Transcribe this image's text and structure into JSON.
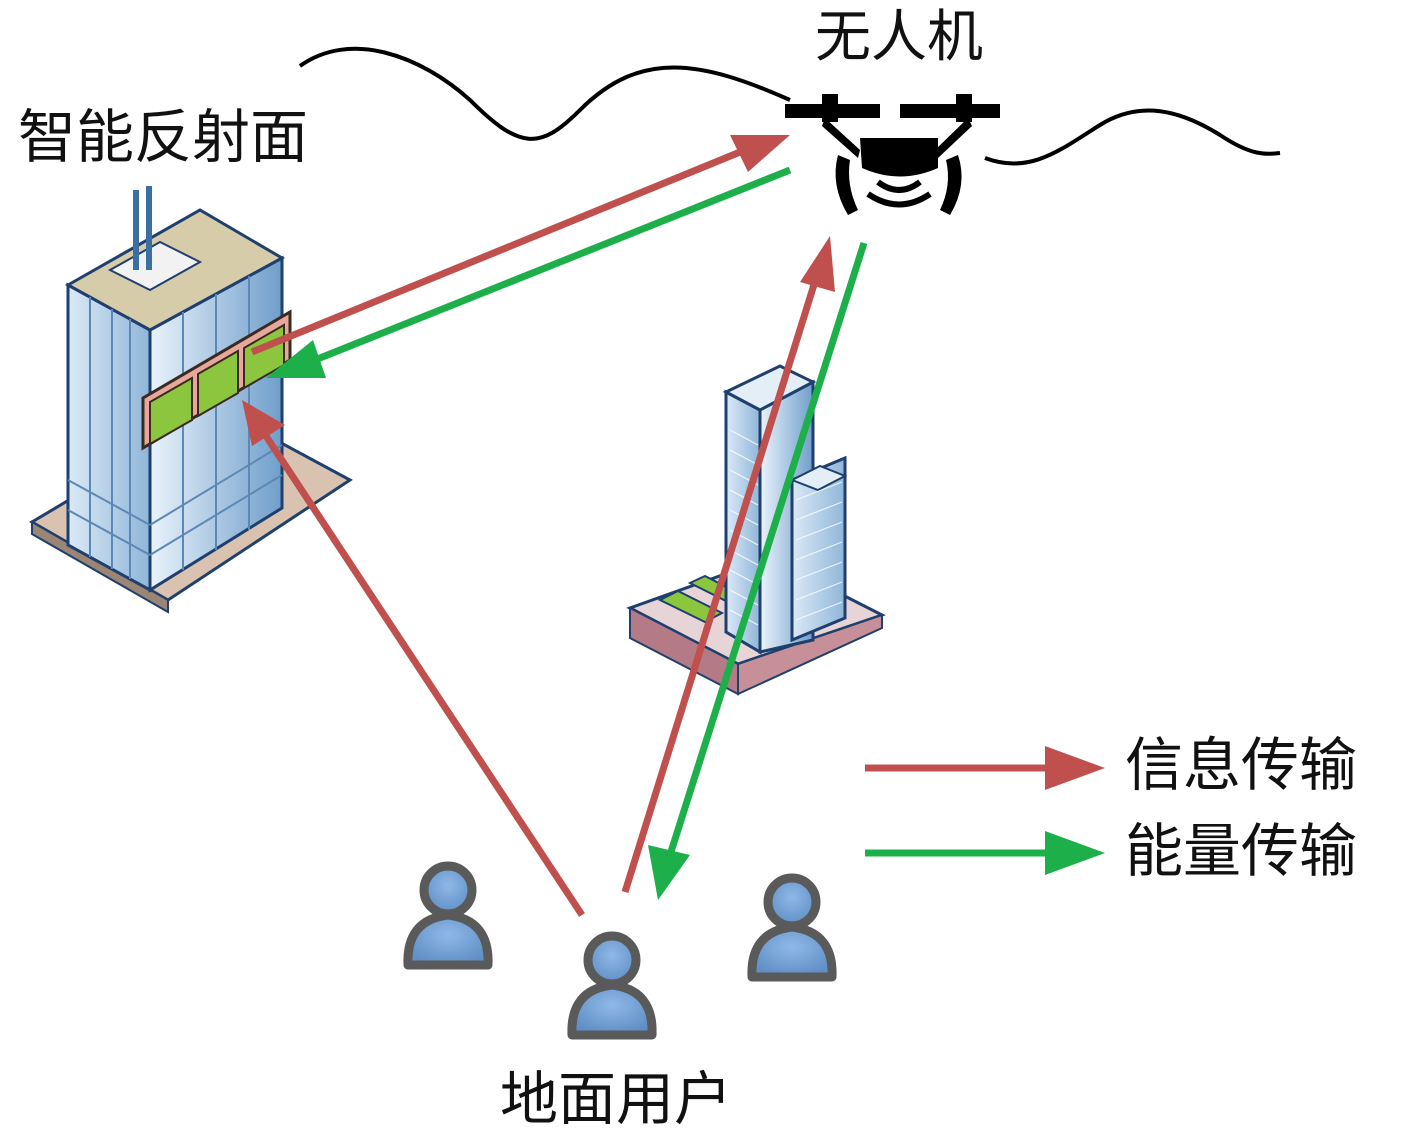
{
  "labels": {
    "uav": "无人机",
    "irs": "智能反射面",
    "users": "地面用户"
  },
  "legend": {
    "info": "信息传输",
    "energy": "能量传输"
  },
  "colors": {
    "info_arrow": "#c0504d",
    "energy_arrow": "#1db04a",
    "building_glass": "#a9c8e2",
    "building_outline": "#1f3f6e",
    "irs_panel": "#8cc63e",
    "irs_frame": "#e6a89a",
    "user_fill": "#6f9fd4",
    "user_outline": "#5a5a5a"
  },
  "icons": [
    "uav-drone-icon",
    "office-building-icon",
    "skyscraper-icon",
    "user-icon"
  ]
}
